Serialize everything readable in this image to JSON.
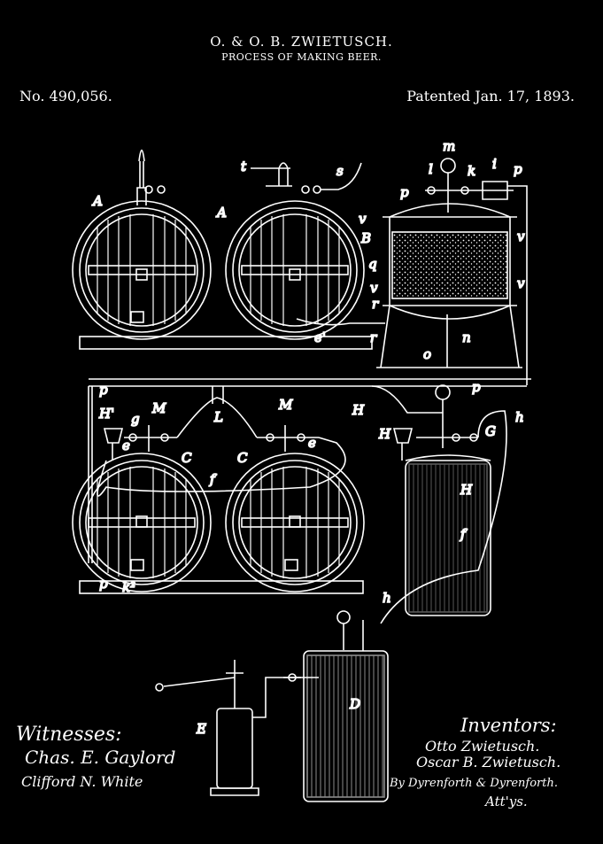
{
  "header": {
    "title": "O. & O. B. ZWIETUSCH.",
    "subtitle": "PROCESS OF MAKING BEER.",
    "number": "No. 490,056.",
    "patented": "Patented Jan. 17, 1893."
  },
  "labels": {
    "A1": "A",
    "A2": "A",
    "B": "B",
    "C1": "C",
    "C2": "C",
    "D": "D",
    "E": "E",
    "F1": "f",
    "F2": "f",
    "G": "G",
    "H": "H",
    "H1": "H",
    "H2": "H'",
    "H3": "H",
    "L": "L",
    "M1": "M",
    "M2": "M",
    "e1": "e",
    "e2": "e",
    "e3": "e'",
    "g": "g",
    "h1": "h",
    "h2": "h",
    "i": "i",
    "k": "k",
    "k2": "k²",
    "l": "l",
    "m": "m",
    "n": "n",
    "o": "o",
    "p1": "p",
    "p2": "p",
    "p3": "p",
    "p4": "p",
    "p5": "p",
    "q": "q",
    "r1": "r",
    "r2": "r",
    "s": "s",
    "t": "t",
    "v1": "v",
    "v2": "v",
    "v3": "v",
    "v4": "v"
  },
  "witnesses": {
    "heading": "Witnesses:",
    "names": [
      "Chas. E. Gaylord",
      "Clifford N. White"
    ]
  },
  "inventors": {
    "heading": "Inventors:",
    "names": [
      "Otto Zwietusch.",
      "Oscar B. Zwietusch."
    ],
    "by": "By Dyrenforth & Dyrenforth.",
    "attys": "Att'ys."
  },
  "colors": {
    "ink": "#ffffff",
    "paper": "#000000"
  }
}
